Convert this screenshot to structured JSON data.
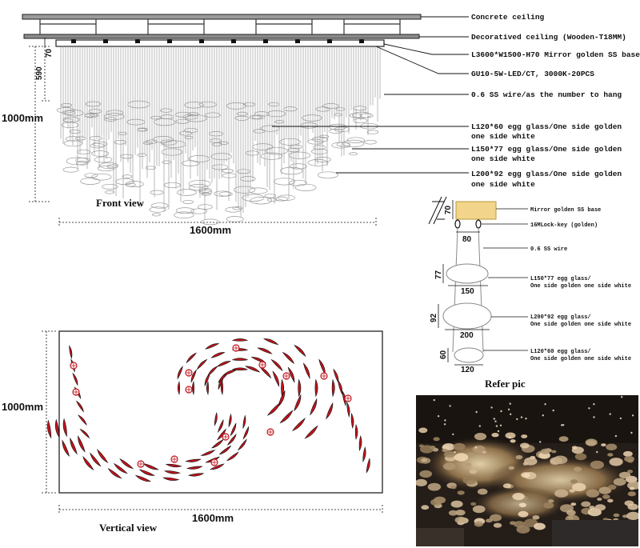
{
  "callouts": {
    "concrete_ceiling": "Concrete  ceiling",
    "decorative_ceiling": "Decoratived ceiling (Wooden-T18MM)",
    "base": "L3600*W1500-H70 Mirror golden SS base",
    "led": "GU10-5W-LED/CT, 3000K-20PCS",
    "wire": "0.6 SS wire/as the number to hang",
    "glass_120_l1": "L120*60 egg glass/One side golden",
    "glass_120_l2": "one side white",
    "glass_150_l1": "L150*77 egg glass/One side golden",
    "glass_150_l2": "one side white",
    "glass_200_l1": "L200*92 egg glass/One side golden",
    "glass_200_l2": "one side white"
  },
  "front_view": {
    "title": "Front view",
    "width_dim": "1600mm",
    "height_dim": "1000mm",
    "dim_590": "590",
    "dim_70": "70"
  },
  "vertical_view": {
    "title": "Vertical view",
    "width_dim": "1600mm",
    "height_dim": "1000mm"
  },
  "detail": {
    "title": "Refer pic",
    "dim_70": "70",
    "dim_80": "80",
    "dim_77": "77",
    "dim_150": "150",
    "dim_92": "92",
    "dim_200": "200",
    "dim_60": "60",
    "dim_120": "120",
    "base_label": "Mirror golden SS base",
    "lock_label": "16MLock-key (golden)",
    "wire_label": "0.6 SS wire",
    "g150_l1": "L150*77 egg glass/",
    "g150_l2": "One side golden one side white",
    "g200_l1": "L200*92 egg glass/",
    "g200_l2": "One side golden one side white",
    "g120_l1": "L120*60 egg glass/",
    "g120_l2": "One side golden one side white"
  },
  "colors": {
    "ink": "#111111",
    "glass_red": "#c0141c",
    "base_gold": "#f2d58a",
    "wire_gray": "#8a8a8a"
  }
}
